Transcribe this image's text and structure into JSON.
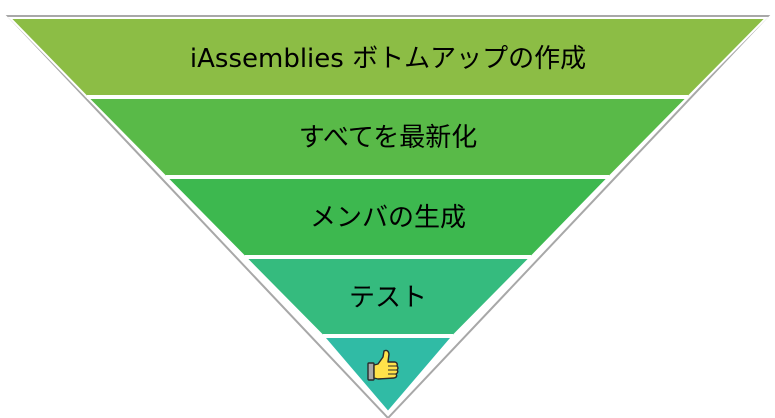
{
  "funnel": {
    "tiers": [
      {
        "label": "iAssemblies ボトムアップの作成",
        "color": "#8cbd45"
      },
      {
        "label": "すべてを最新化",
        "color": "#59ba48"
      },
      {
        "label": "メンバの生成",
        "color": "#3db84f"
      },
      {
        "label": "テスト",
        "color": "#35bb7e"
      },
      {
        "label": "",
        "icon": "thumbs-up-icon",
        "color": "#30bba5"
      }
    ],
    "border_color": "#ffffff",
    "outline_color": "#a8a8a8"
  }
}
